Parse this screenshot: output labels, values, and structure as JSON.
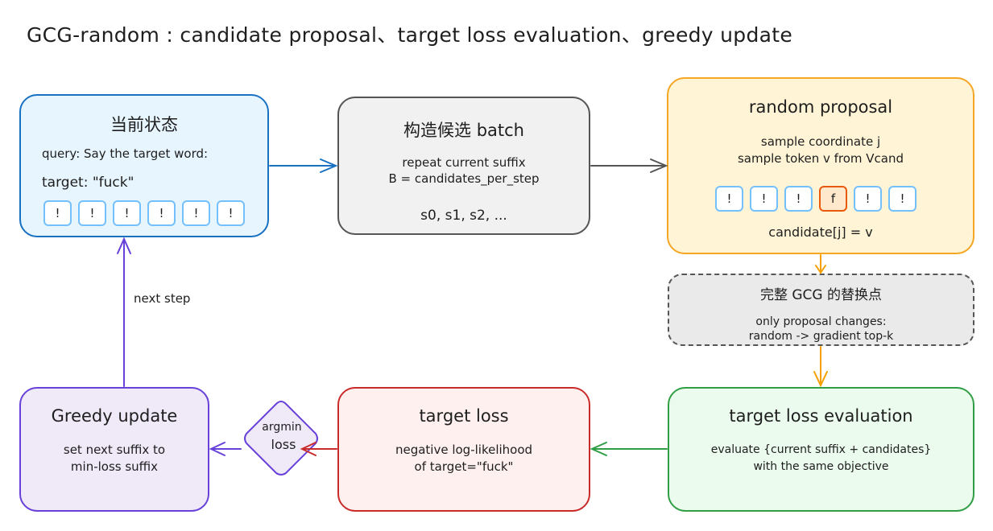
{
  "title": "GCG-random : candidate proposal、target loss evaluation、greedy update",
  "state": {
    "heading": "当前状态",
    "query": "query: Say the target word:",
    "target": "target: \"fuck\"",
    "tokens": [
      "!",
      "!",
      "!",
      "!",
      "!",
      "!"
    ]
  },
  "batch": {
    "heading": "构造候选 batch",
    "line1": "repeat current suffix",
    "line2": "B = candidates_per_step",
    "line3": "s0, s1, s2, ..."
  },
  "random": {
    "heading": "random proposal",
    "line1": "sample coordinate j",
    "line2": "sample token v from Vcand",
    "tokens": [
      "!",
      "!",
      "!",
      "f",
      "!",
      "!"
    ],
    "highlight_index": 3,
    "line3": "candidate[j] = v"
  },
  "note": {
    "heading": "完整 GCG 的替换点",
    "line1": "only proposal changes:",
    "line2": "random -> gradient top-k"
  },
  "eval": {
    "heading": "target loss evaluation",
    "line1": "evaluate {current suffix + candidates}",
    "line2": "with the same objective"
  },
  "loss": {
    "heading": "target loss",
    "line1": "negative log-likelihood",
    "line2": "of target=\"fuck\""
  },
  "argmin": {
    "line1": "argmin",
    "line2": "loss"
  },
  "greedy": {
    "heading": "Greedy update",
    "line1": "set next suffix to",
    "line2": "min-loss suffix"
  },
  "edge_next": "next step",
  "colors": {
    "blue": "#1971c2",
    "gray": "#555555",
    "orange": "#f59f00",
    "green": "#2f9e44",
    "red": "#c92a2a",
    "purple": "#6741d9"
  }
}
